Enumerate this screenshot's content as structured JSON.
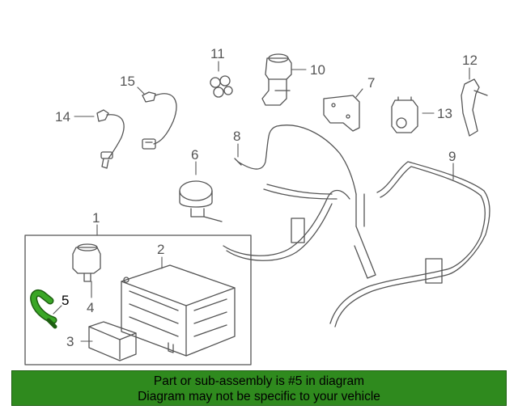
{
  "callouts": {
    "c1": "1",
    "c2": "2",
    "c3": "3",
    "c4": "4",
    "c5": "5",
    "c6": "6",
    "c7": "7",
    "c8": "8",
    "c9": "9",
    "c10": "10",
    "c11": "11",
    "c12": "12",
    "c13": "13",
    "c14": "14",
    "c15": "15"
  },
  "banner": {
    "line1": "Part or sub-assembly is #5 in diagram",
    "line2": "Diagram may not be specific to your vehicle"
  },
  "colors": {
    "line": "#555555",
    "highlight_part": "#2f8a1e",
    "banner_bg": "#2f8a1e"
  }
}
